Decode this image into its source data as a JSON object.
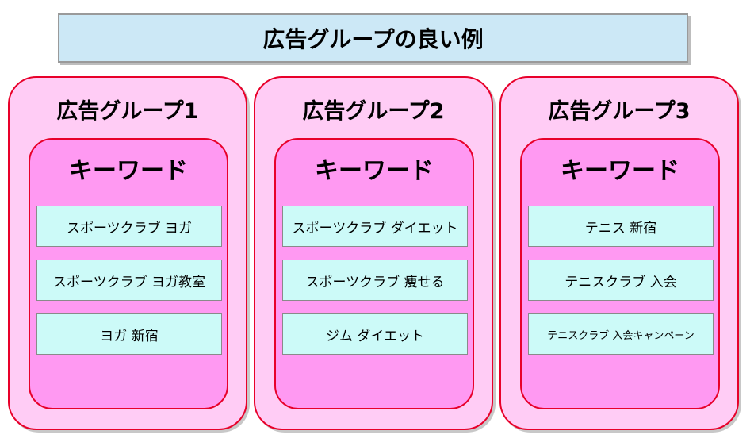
{
  "title": "広告グループの良い例",
  "groups": [
    {
      "name": "広告グループ1",
      "keyword_header": "キーワード",
      "keywords": [
        "スポーツクラブ ヨガ",
        "スポーツクラブ ヨガ教室",
        "ヨガ 新宿"
      ]
    },
    {
      "name": "広告グループ2",
      "keyword_header": "キーワード",
      "keywords": [
        "スポーツクラブ ダイエット",
        "スポーツクラブ 痩せる",
        "ジム ダイエット"
      ]
    },
    {
      "name": "広告グループ3",
      "keyword_header": "キーワード",
      "keywords": [
        "テニス 新宿",
        "テニスクラブ 入会",
        "テニスクラブ 入会キャンペーン"
      ]
    }
  ],
  "colors": {
    "title_bg": "#cce8f6",
    "group_bg": "#ffccf5",
    "panel_bg": "#ff99f2",
    "item_bg": "#ccfaf8",
    "border_red": "#e8002a"
  }
}
